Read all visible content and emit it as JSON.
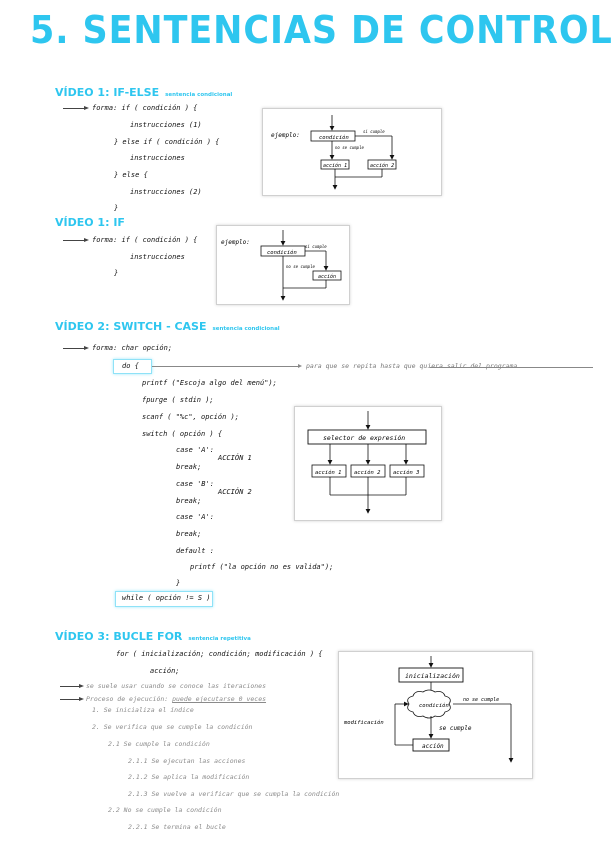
{
  "title": "5. SENTENCIAS DE CONTROL",
  "s1": {
    "heading": "VÍDEO 1: IF-ELSE",
    "sub": "sentencia condicional",
    "lines": [
      "forma: if ( condición ) {",
      "instrucciones (1)",
      "} else if ( condición ) {",
      "instrucciones",
      "} else {",
      "instrucciones (2)",
      "}"
    ],
    "diag": {
      "ejemplo": "ejemplo:",
      "cond": "condición",
      "si": "si cumple",
      "no": "no se cumple",
      "a1": "acción 1",
      "a2": "acción 2"
    }
  },
  "s2": {
    "heading": "VÍDEO 1: IF",
    "lines": [
      "forma: if ( condición ) {",
      "instrucciones",
      "}"
    ],
    "diag": {
      "ejemplo": "ejemplo:",
      "cond": "condición",
      "si": "si cumple",
      "no": "no se cumple",
      "a": "acción"
    }
  },
  "s3": {
    "heading": "VÍDEO 2: SWITCH - CASE",
    "sub": "sentencia condicional",
    "lines": [
      "forma: char opción;",
      "do {",
      "printf (\"Escoja algo del menú\");",
      "fpurge ( stdin );",
      "scanf ( \"%c\", opción );",
      "switch ( opción ) {",
      "case 'A':",
      "break;",
      "case 'B':",
      "break;",
      "case 'A':",
      "break;",
      "default :",
      "printf (\"la opción no es valida\");",
      "}",
      "while ( opción != S )"
    ],
    "a1": "ACCIÓN 1",
    "a2": "ACCIÓN 2",
    "note": "para que se repita hasta que quiera salir del programa",
    "diag": {
      "sel": "selector de expresión",
      "a1": "acción 1",
      "a2": "acción 2",
      "a3": "acción 3"
    }
  },
  "s4": {
    "heading": "VÍDEO 3: BUCLE FOR",
    "sub": "sentencia repetitiva",
    "lines": [
      "for ( inicialización; condición; modificación ) {",
      "acción;"
    ],
    "b1": "se suele usar cuando se conoce las iteraciones",
    "b2": "Proceso de ejecución:",
    "b2b": "puede ejecutarse 0 veces",
    "steps": [
      "1.  Se inicializa el índice",
      "2.  Se verifica que se cumple la condición",
      "2.1 Se cumple la condición",
      "2.1.1  Se ejecutan las acciones",
      "2.1.2  Se aplica la modificación",
      "2.1.3  Se vuelve a verificar que se cumpla la condición",
      "2.2  No se cumple la condición",
      "2.2.1 Se termina el bucle"
    ],
    "diag": {
      "ini": "inicialización",
      "cond": "condición",
      "mod": "modificación",
      "si": "se cumple",
      "no": "no se cumple",
      "acc": "acción"
    }
  }
}
